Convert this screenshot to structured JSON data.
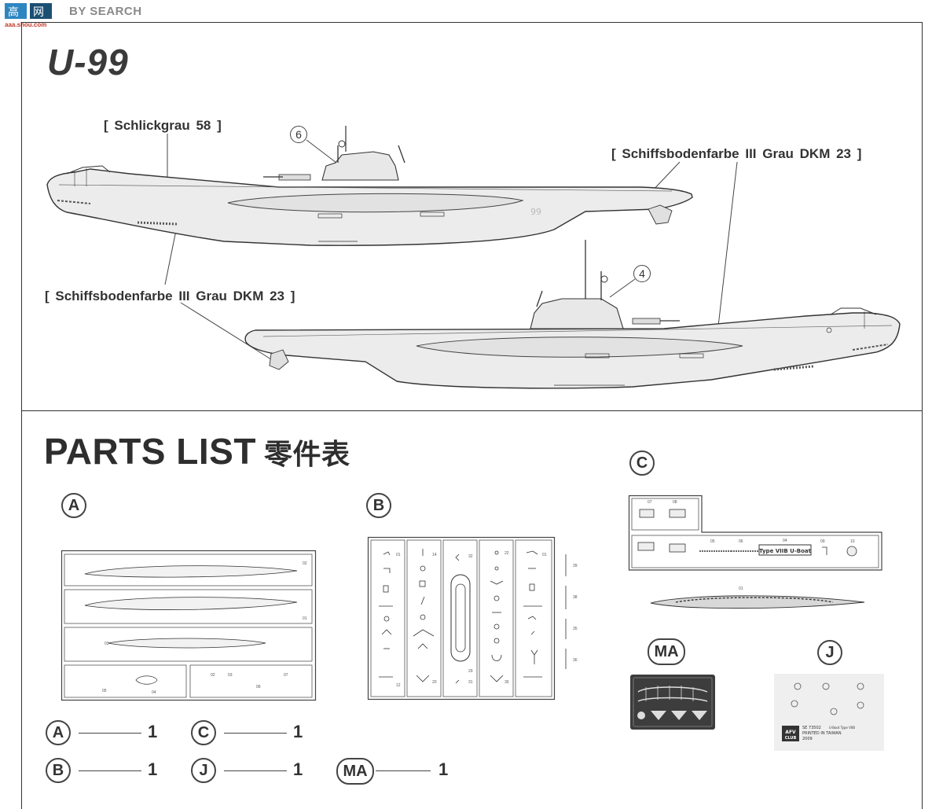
{
  "watermark": {
    "brand": "BY SEARCH",
    "site": "aaa.shou.com"
  },
  "title": "U-99",
  "colors": {
    "top_label": "[ Schlickgrau 58 ]",
    "right_label": "[ Schiffsbodenfarbe III Grau DKM 23 ]",
    "left_label": "[ Schiffsbodenfarbe III Grau DKM 23 ]",
    "callout_top": "6",
    "callout_bottom": "4"
  },
  "parts_list": {
    "title": "PARTS LIST",
    "title_cn": "零件表",
    "sprues": {
      "A": "A",
      "B": "B",
      "C": "C",
      "MA": "MA",
      "J": "J"
    },
    "decal": {
      "code": "SE 73502",
      "desc": "U-Boot Type VIIB",
      "made": "PRINTED IN TAIWAN",
      "year": "2009",
      "brand": "AFV CLUB"
    },
    "c_plate_text": "Type VIIB U-Boat",
    "quantities": [
      {
        "part": "A",
        "count": "1"
      },
      {
        "part": "C",
        "count": "1"
      },
      {
        "part": "B",
        "count": "1"
      },
      {
        "part": "J",
        "count": "1"
      },
      {
        "part": "MA",
        "count": "1"
      }
    ]
  }
}
